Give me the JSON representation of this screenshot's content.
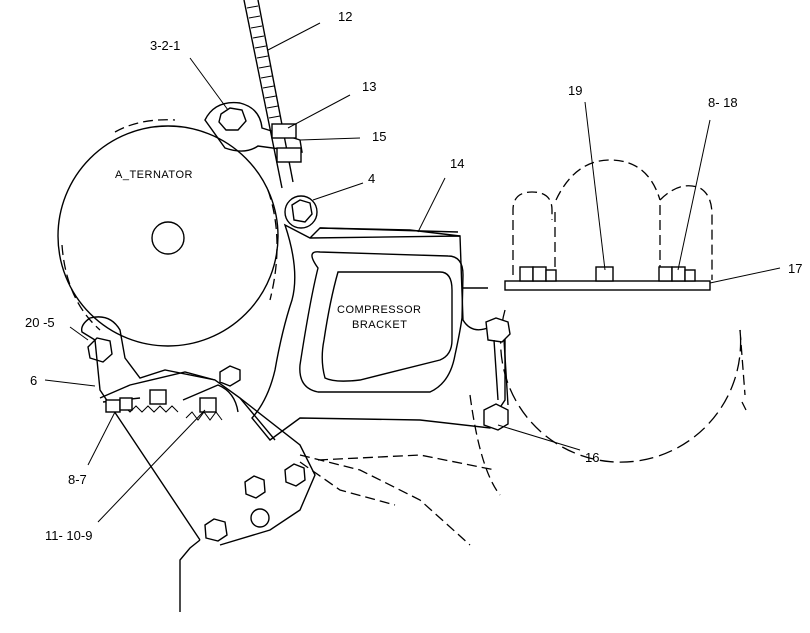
{
  "labels": {
    "alternator": "A_TERNATOR",
    "compressor_line1": "COMPRESSOR",
    "compressor_line2": "BRACKET"
  },
  "callouts": {
    "c12": "12",
    "c3_2_1": "3-2-1",
    "c13": "13",
    "c15": "15",
    "c4": "4",
    "c14": "14",
    "c19": "19",
    "c8_18": "8- 18",
    "c17": "17",
    "c20_5": "20 -5",
    "c6": "6",
    "c8_7": "8-7",
    "c11_10_9": "11- 10-9",
    "c16": "16"
  },
  "colors": {
    "line": "#000000",
    "background": "#ffffff"
  }
}
